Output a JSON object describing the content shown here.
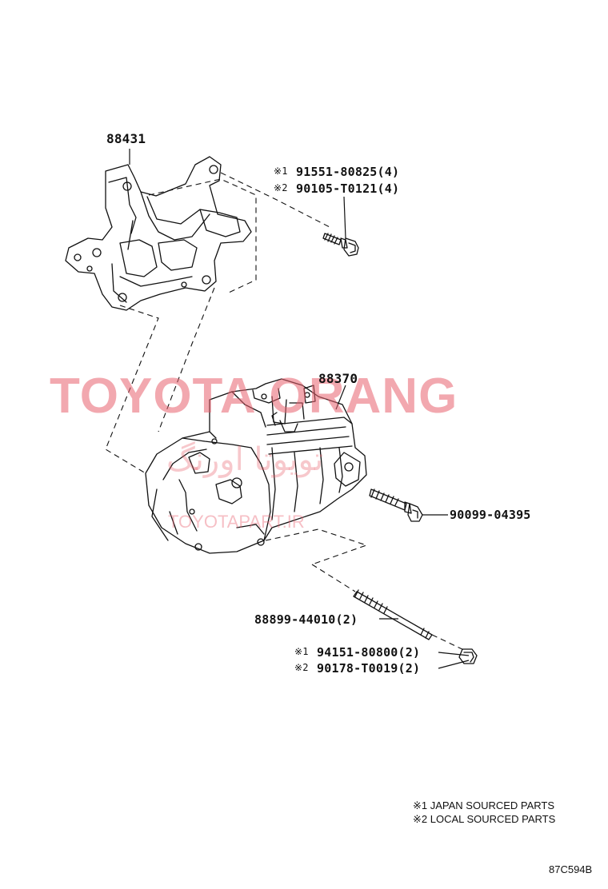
{
  "diagram": {
    "parts": {
      "bracket": "88431",
      "compressor": "88370",
      "bolt_top_1": "91551-80825(4)",
      "bolt_top_2": "90105-T0121(4)",
      "bolt_side": "90099-04395",
      "stud": "88899-44010(2)",
      "nut_1": "94151-80800(2)",
      "nut_2": "90178-T0019(2)"
    },
    "markers": {
      "m1": "※1",
      "m2": "※2"
    },
    "notes": [
      "※1 JAPAN SOURCED PARTS",
      "※2 LOCAL SOURCED PARTS"
    ],
    "illustration_code": "87C594B",
    "watermark": {
      "main": "TOYOTA ORANG",
      "persian": "تویوتا اورنگ",
      "url": "TOYOTAPART.IR",
      "color": "#e8606e"
    }
  }
}
